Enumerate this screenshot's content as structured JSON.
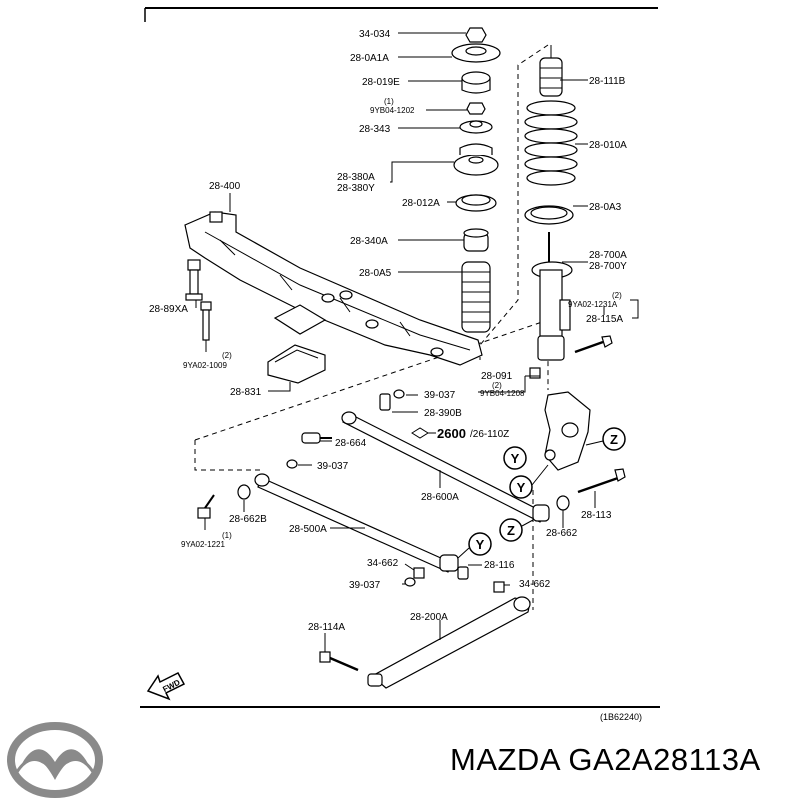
{
  "diagram": {
    "drawing_code": "(1B62240)",
    "group_ref": "2600",
    "group_ref_suffix": "/26-110Z",
    "fwd_label": "FWD",
    "view_markers": [
      "Z",
      "Y",
      "Y",
      "Z",
      "Y"
    ],
    "labels": {
      "l34034": "34-034",
      "l280A1A": "28-0A1A",
      "l28019E": "28-019E",
      "l9YB04_1202": "9YB04-1202",
      "l9YB04_1202_qty": "(1)",
      "l28343": "28-343",
      "l28380A": "28-380A",
      "l28380Y": "28-380Y",
      "l28012A": "28-012A",
      "l28340A": "28-340A",
      "l280A5": "28-0A5",
      "l28111B": "28-111B",
      "l28010A": "28-010A",
      "l280A3": "28-0A3",
      "l28700A": "28-700A",
      "l28700Y": "28-700Y",
      "l9YA02_1231A": "9YA02-1231A",
      "l9YA02_1231A_qty": "(2)",
      "l28115A": "28-115A",
      "l28400": "28-400",
      "l2889XA": "28-89XA",
      "l9YA02_1009": "9YA02-1009",
      "l9YA02_1009_qty": "(2)",
      "l28831": "28-831",
      "l28091": "28-091",
      "l9YB04_1208": "9YB04-1208",
      "l9YB04_1208_qty": "(2)",
      "l39037a": "39-037",
      "l28390B": "28-390B",
      "l28664": "28-664",
      "l39037b": "39-037",
      "l28600A": "28-600A",
      "l28662B": "28-662B",
      "l9YA02_1221": "9YA02-1221",
      "l9YA02_1221_qty": "(1)",
      "l28500A": "28-500A",
      "l28113": "28-113",
      "l28662": "28-662",
      "l34662a": "34-662",
      "l28116": "28-116",
      "l39037c": "39-037",
      "l34662b": "34-662",
      "l28200A": "28-200A",
      "l28114A": "28-114A"
    }
  },
  "brand": {
    "caption": "MAZDA GA2A28113A"
  }
}
